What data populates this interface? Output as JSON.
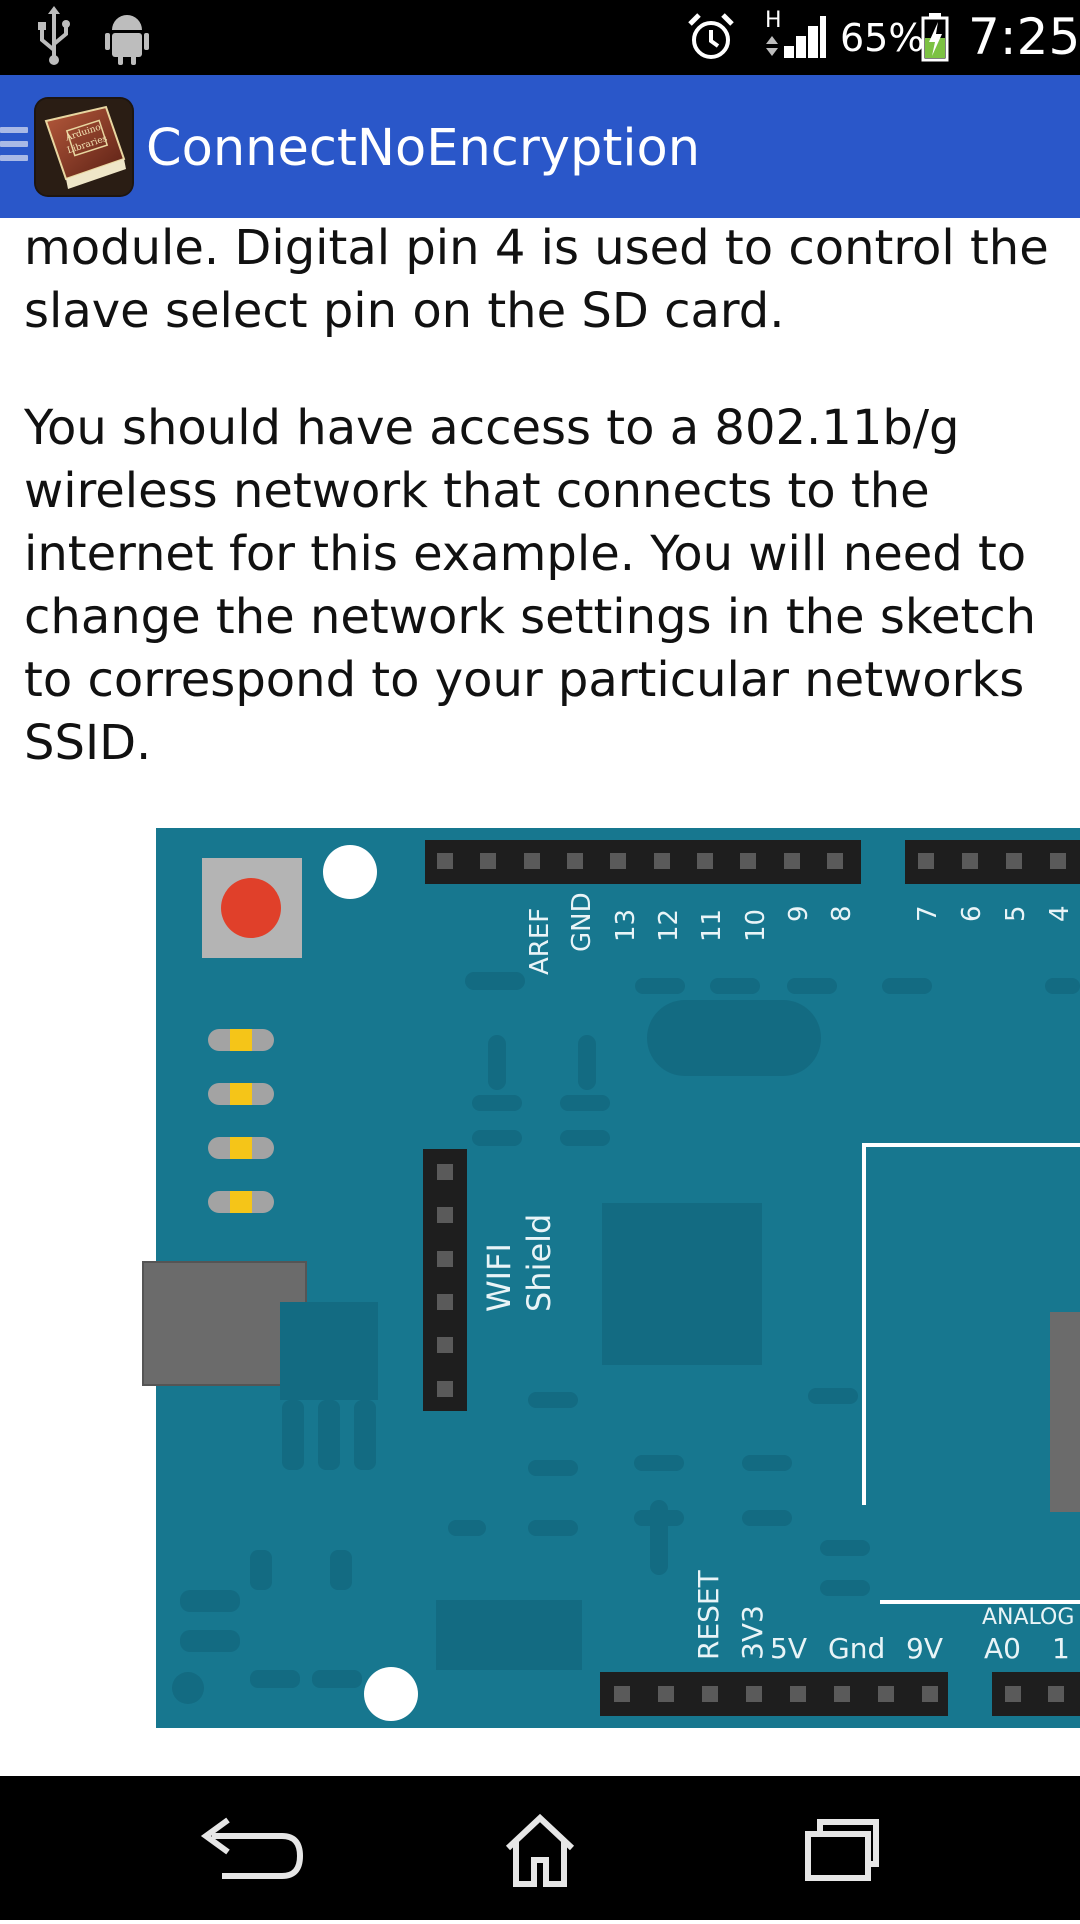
{
  "status_bar": {
    "icons": [
      "usb-icon",
      "android-debug-icon",
      "alarm-icon",
      "signal-icon",
      "battery-charging-icon"
    ],
    "network_type": "H",
    "battery": "65%",
    "time": "7:25"
  },
  "action_bar": {
    "title": "ConnectNoEncryption",
    "logo_text": [
      "Arduino",
      "Libraries"
    ]
  },
  "content": {
    "paragraph1": "module. Digital pin 4 is used to control the slave select pin on the SD card.",
    "paragraph2": "You should have access to a 802.11b/g wireless network that connects to the internet for this example. You will need to change the network settings in the sketch to correspond to your particular networks SSID."
  },
  "board": {
    "top_pins": [
      "AREF",
      "GND",
      "13",
      "12",
      "11",
      "10",
      "9",
      "8",
      "7",
      "6",
      "5",
      "4"
    ],
    "shield_label_1": "WIFI",
    "shield_label_2": "Shield",
    "bottom_pins_rotated": [
      "RESET",
      "3V3"
    ],
    "bottom_pins": [
      "5V",
      "Gnd",
      "9V"
    ],
    "analog_label": "ANALOG",
    "analog_pins": [
      "A0",
      "1"
    ],
    "colors": {
      "board": "#17778f",
      "dark_part": "#0f6a82",
      "headers": "#1e1e1e",
      "reset_button": "#e0402a",
      "led": "#f5c518"
    }
  },
  "nav_bar": {
    "buttons": [
      "back-icon",
      "home-icon",
      "recents-icon"
    ]
  }
}
